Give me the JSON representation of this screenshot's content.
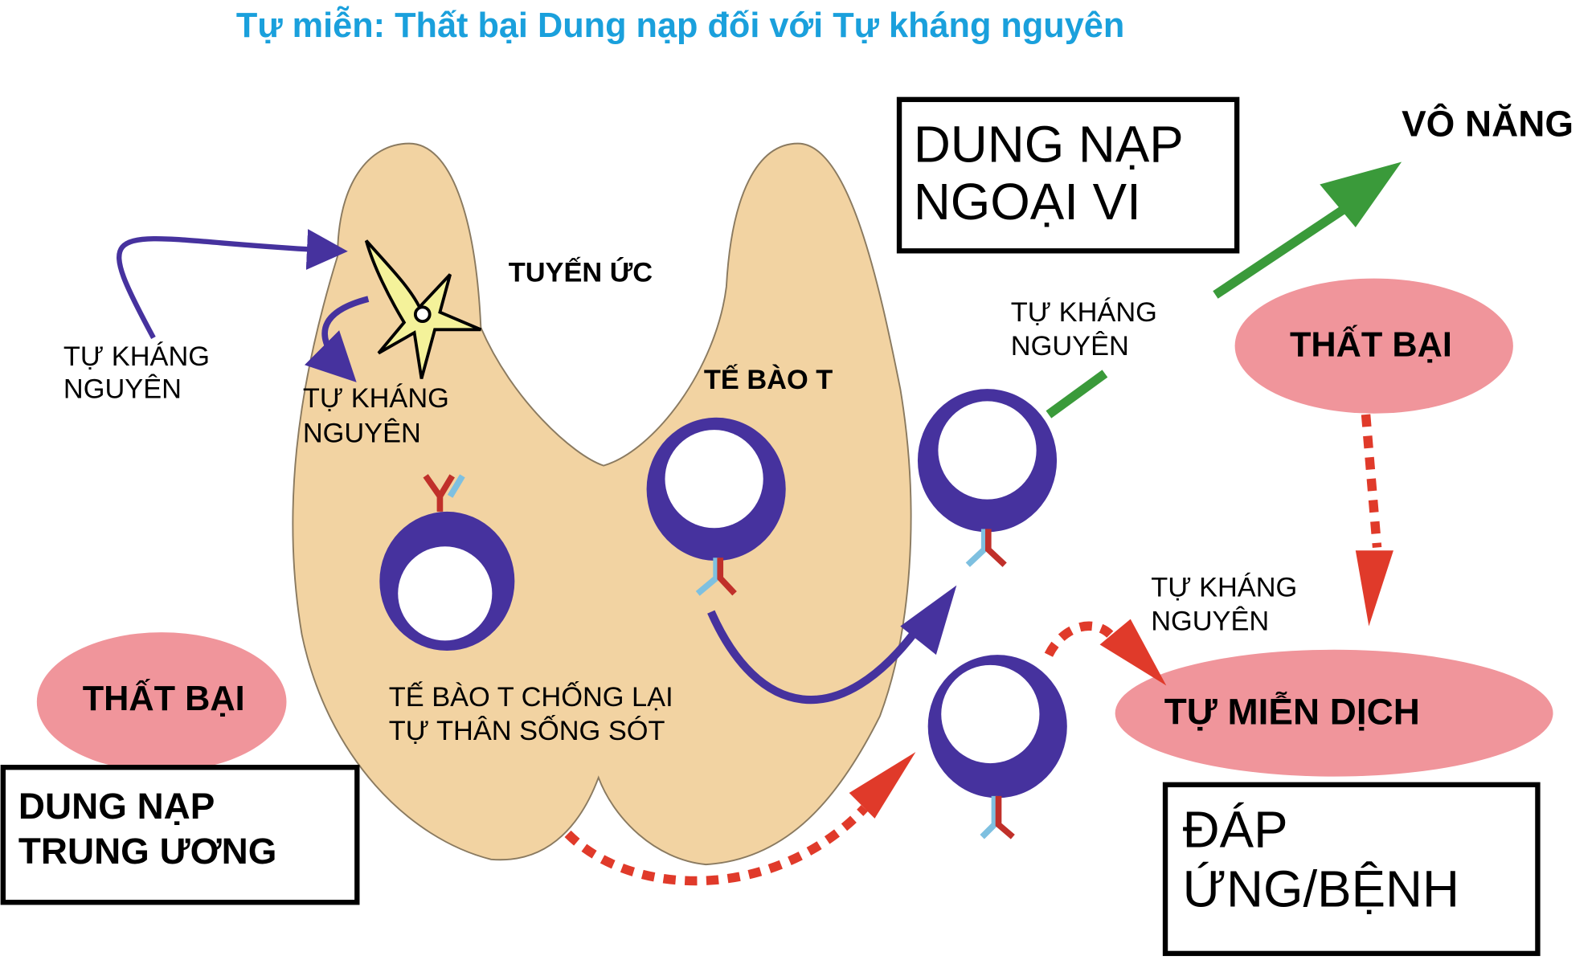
{
  "title": "Tự miễn: Thất bại Dung nạp đối với Tự kháng nguyên",
  "labels": {
    "self_antigen_left": [
      "TỰ KHÁNG",
      "NGUYÊN"
    ],
    "self_antigen_thymus": [
      "TỰ KHÁNG",
      "NGUYÊN"
    ],
    "thymus": "TUYẾN ỨC",
    "t_cell": "TẾ BÀO T",
    "survive": [
      "TẾ BÀO T CHỐNG LẠI",
      "TỰ THÂN SỐNG SÓT"
    ],
    "self_antigen_periph": [
      "TỰ KHÁNG",
      "NGUYÊN"
    ],
    "self_antigen_autoimmune": [
      "TỰ KHÁNG",
      "NGUYÊN"
    ],
    "anergy": "VÔ NĂNG",
    "failure_right": "THẤT BẠI",
    "failure_left": "THẤT BẠI",
    "autoimmunity": "TỰ MIỄN DỊCH"
  },
  "boxes": {
    "peripheral": [
      "DUNG NẠP",
      "NGOẠI VI"
    ],
    "central": [
      "DUNG NẠP",
      "TRUNG ƯƠNG"
    ],
    "response": [
      "ĐÁP",
      "ỨNG/BỆNH"
    ]
  },
  "colors": {
    "title": "#1aa0dc",
    "thymus": "#f2d3a2",
    "cell": "#46329e",
    "failure": "#f0959b",
    "green": "#3a9a3a",
    "red": "#e03a2a"
  }
}
